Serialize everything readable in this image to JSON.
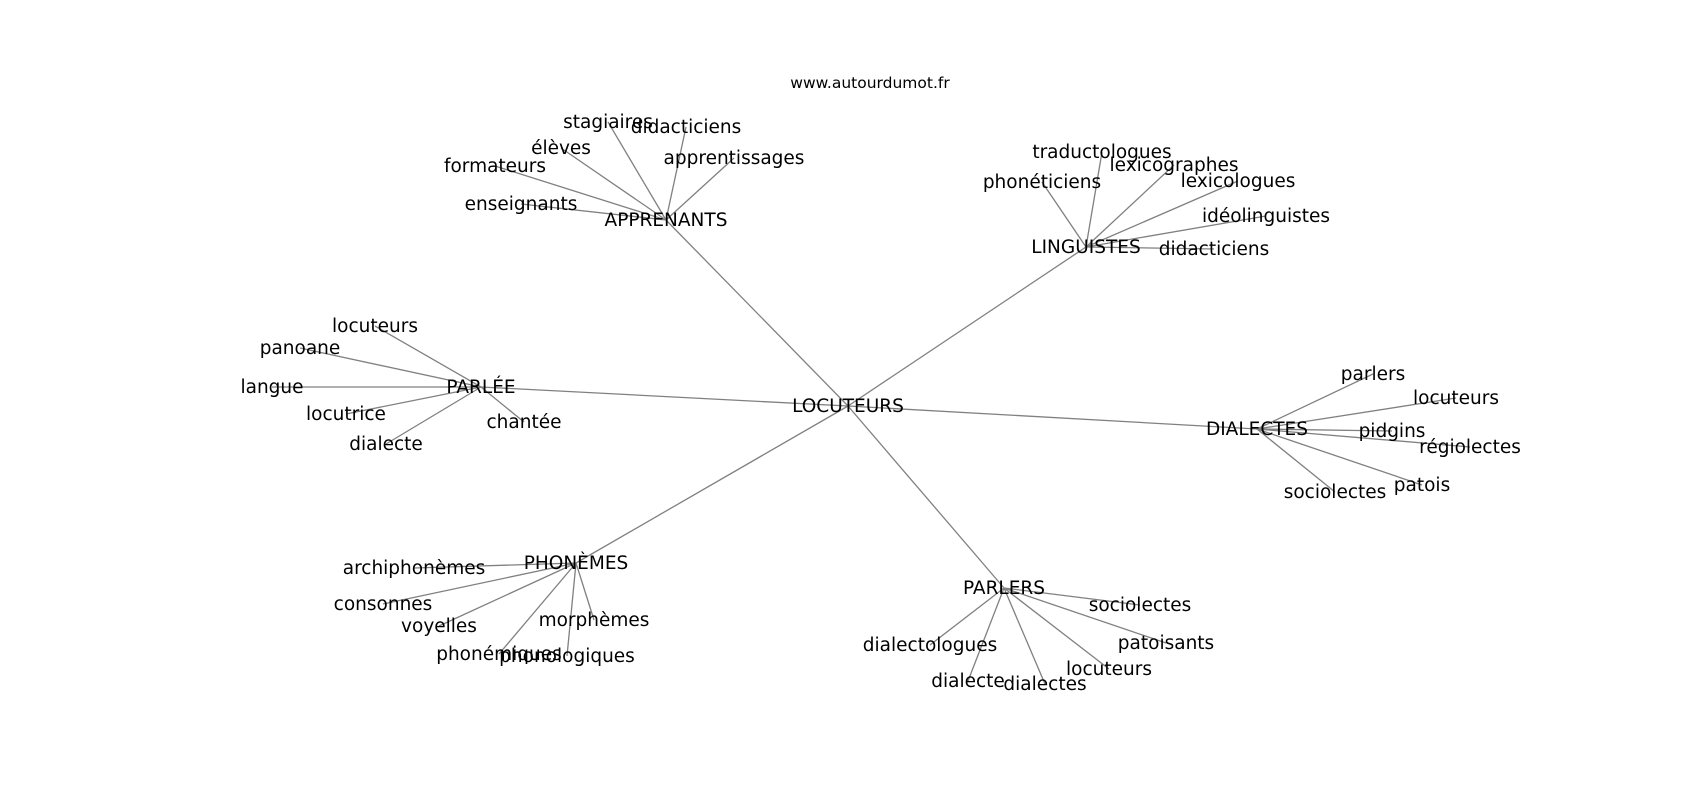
{
  "site_label": "www.autourdumot.fr",
  "graph": {
    "root": "LOCUTEURS",
    "hubs": [
      {
        "label": "APPRENANTS",
        "leaves": [
          "stagiaires",
          "didacticiens",
          "élèves",
          "formateurs",
          "apprentissages",
          "enseignants"
        ]
      },
      {
        "label": "LINGUISTES",
        "leaves": [
          "traductologues",
          "lexicographes",
          "phonéticiens",
          "lexicologues",
          "idéolinguistes",
          "didacticiens"
        ]
      },
      {
        "label": "PARLÉE",
        "leaves": [
          "locuteurs",
          "panoane",
          "langue",
          "locutrice",
          "dialecte",
          "chantée"
        ]
      },
      {
        "label": "DIALECTES",
        "leaves": [
          "parlers",
          "locuteurs",
          "pidgins",
          "régiolectes",
          "patois",
          "sociolectes"
        ]
      },
      {
        "label": "PHONÈMES",
        "leaves": [
          "archiphonèmes",
          "consonnes",
          "voyelles",
          "morphèmes",
          "phonémiques",
          "phonologiques"
        ]
      },
      {
        "label": "PARLERS",
        "leaves": [
          "sociolectes",
          "patoisants",
          "dialectologues",
          "locuteurs",
          "dialecte",
          "dialectes"
        ]
      }
    ]
  },
  "colors": {
    "edge": "#808080",
    "text": "#000000",
    "background": "#ffffff"
  }
}
